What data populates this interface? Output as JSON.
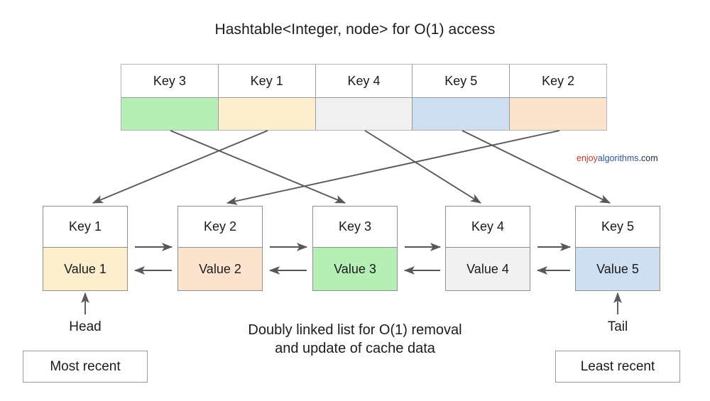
{
  "title": "Hashtable<Integer, node> for O(1) access",
  "caption": {
    "line1": "Doubly linked list for O(1) removal",
    "line2": "and update of cache data"
  },
  "watermark": {
    "part1": "enjoy",
    "part2": "algorithms",
    "part3": ".com"
  },
  "colors": {
    "green": "#b5efb5",
    "yellow": "#fdeecd",
    "gray": "#f1f1f1",
    "blue": "#cfdff2",
    "orange": "#fce3cd",
    "stroke": "#8f8f8f",
    "arrow": "#585858",
    "text": "#1b1b1b"
  },
  "hashtable": {
    "cells": [
      {
        "key": "Key 3",
        "color": "#b5efb5",
        "color_name": "green"
      },
      {
        "key": "Key 1",
        "color": "#fdeecd",
        "color_name": "yellow"
      },
      {
        "key": "Key 4",
        "color": "#f1f1f1",
        "color_name": "gray"
      },
      {
        "key": "Key 5",
        "color": "#cfdff2",
        "color_name": "blue"
      },
      {
        "key": "Key 2",
        "color": "#fce3cd",
        "color_name": "orange"
      }
    ]
  },
  "linked_list": {
    "nodes": [
      {
        "key": "Key 1",
        "value": "Value 1",
        "color": "#fdeecd"
      },
      {
        "key": "Key 2",
        "value": "Value 2",
        "color": "#fce3cd"
      },
      {
        "key": "Key 3",
        "value": "Value 3",
        "color": "#b5efb5"
      },
      {
        "key": "Key 4",
        "value": "Value 4",
        "color": "#f1f1f1"
      },
      {
        "key": "Key 5",
        "value": "Value 5",
        "color": "#cfdff2"
      }
    ]
  },
  "pointers": {
    "head_label": "Head",
    "tail_label": "Tail",
    "head_box": "Most recent",
    "tail_box": "Least recent"
  }
}
